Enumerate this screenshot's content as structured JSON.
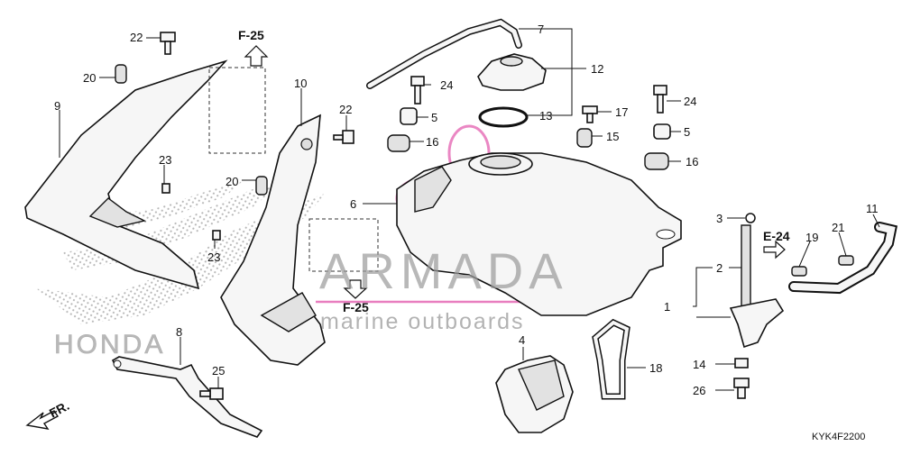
{
  "watermark": {
    "brand": "ARMADA",
    "tagline": "marine outboards",
    "logo": "HONDA",
    "accent_color": "#e35fb0"
  },
  "diagram_code": "KYK4F2200",
  "direction_label": "FR.",
  "references": [
    "F-25",
    "F-25",
    "E-24"
  ],
  "part_labels": [
    "1",
    "2",
    "3",
    "4",
    "5",
    "5",
    "6",
    "7",
    "8",
    "9",
    "10",
    "11",
    "12",
    "13",
    "14",
    "15",
    "16",
    "16",
    "17",
    "18",
    "19",
    "20",
    "20",
    "21",
    "22",
    "22",
    "23",
    "23",
    "24",
    "24",
    "25",
    "26"
  ]
}
